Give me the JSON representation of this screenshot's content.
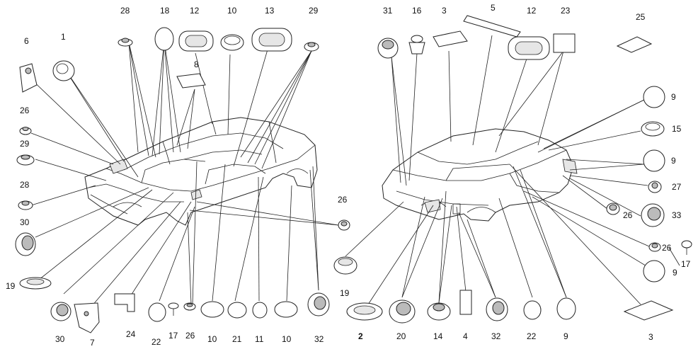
{
  "labels": [
    {
      "id": "l28a",
      "text": "28"
    },
    {
      "id": "l18",
      "text": "18"
    },
    {
      "id": "l12a",
      "text": "12"
    },
    {
      "id": "l10a",
      "text": "10"
    },
    {
      "id": "l13",
      "text": "13"
    },
    {
      "id": "l29a",
      "text": "29"
    },
    {
      "id": "l31",
      "text": "31"
    },
    {
      "id": "l16",
      "text": "16"
    },
    {
      "id": "l3a",
      "text": "3"
    },
    {
      "id": "l5",
      "text": "5"
    },
    {
      "id": "l12b",
      "text": "12"
    },
    {
      "id": "l23",
      "text": "23"
    },
    {
      "id": "l25",
      "text": "25"
    },
    {
      "id": "l6",
      "text": "6"
    },
    {
      "id": "l1",
      "text": "1"
    },
    {
      "id": "l8",
      "text": "8"
    },
    {
      "id": "l26a",
      "text": "26"
    },
    {
      "id": "l29b",
      "text": "29"
    },
    {
      "id": "l28b",
      "text": "28"
    },
    {
      "id": "l30a",
      "text": "30"
    },
    {
      "id": "l19a",
      "text": "19"
    },
    {
      "id": "l30b",
      "text": "30"
    },
    {
      "id": "l7",
      "text": "7"
    },
    {
      "id": "l24",
      "text": "24"
    },
    {
      "id": "l22a",
      "text": "22"
    },
    {
      "id": "l17a",
      "text": "17"
    },
    {
      "id": "l26b",
      "text": "26"
    },
    {
      "id": "l10b",
      "text": "10"
    },
    {
      "id": "l21",
      "text": "21"
    },
    {
      "id": "l11",
      "text": "11"
    },
    {
      "id": "l10c",
      "text": "10"
    },
    {
      "id": "l32a",
      "text": "32"
    },
    {
      "id": "l26c",
      "text": "26"
    },
    {
      "id": "l19b",
      "text": "19"
    },
    {
      "id": "l2",
      "text": "2"
    },
    {
      "id": "l20",
      "text": "20"
    },
    {
      "id": "l14",
      "text": "14"
    },
    {
      "id": "l4",
      "text": "4"
    },
    {
      "id": "l32b",
      "text": "32"
    },
    {
      "id": "l22b",
      "text": "22"
    },
    {
      "id": "l9a",
      "text": "9"
    },
    {
      "id": "l9b",
      "text": "9"
    },
    {
      "id": "l15",
      "text": "15"
    },
    {
      "id": "l9c",
      "text": "9"
    },
    {
      "id": "l27",
      "text": "27"
    },
    {
      "id": "l26d",
      "text": "26"
    },
    {
      "id": "l33",
      "text": "33"
    },
    {
      "id": "l26e",
      "text": "26"
    },
    {
      "id": "l17b",
      "text": "17"
    },
    {
      "id": "l9d",
      "text": "9"
    },
    {
      "id": "l3b",
      "text": "3"
    }
  ]
}
